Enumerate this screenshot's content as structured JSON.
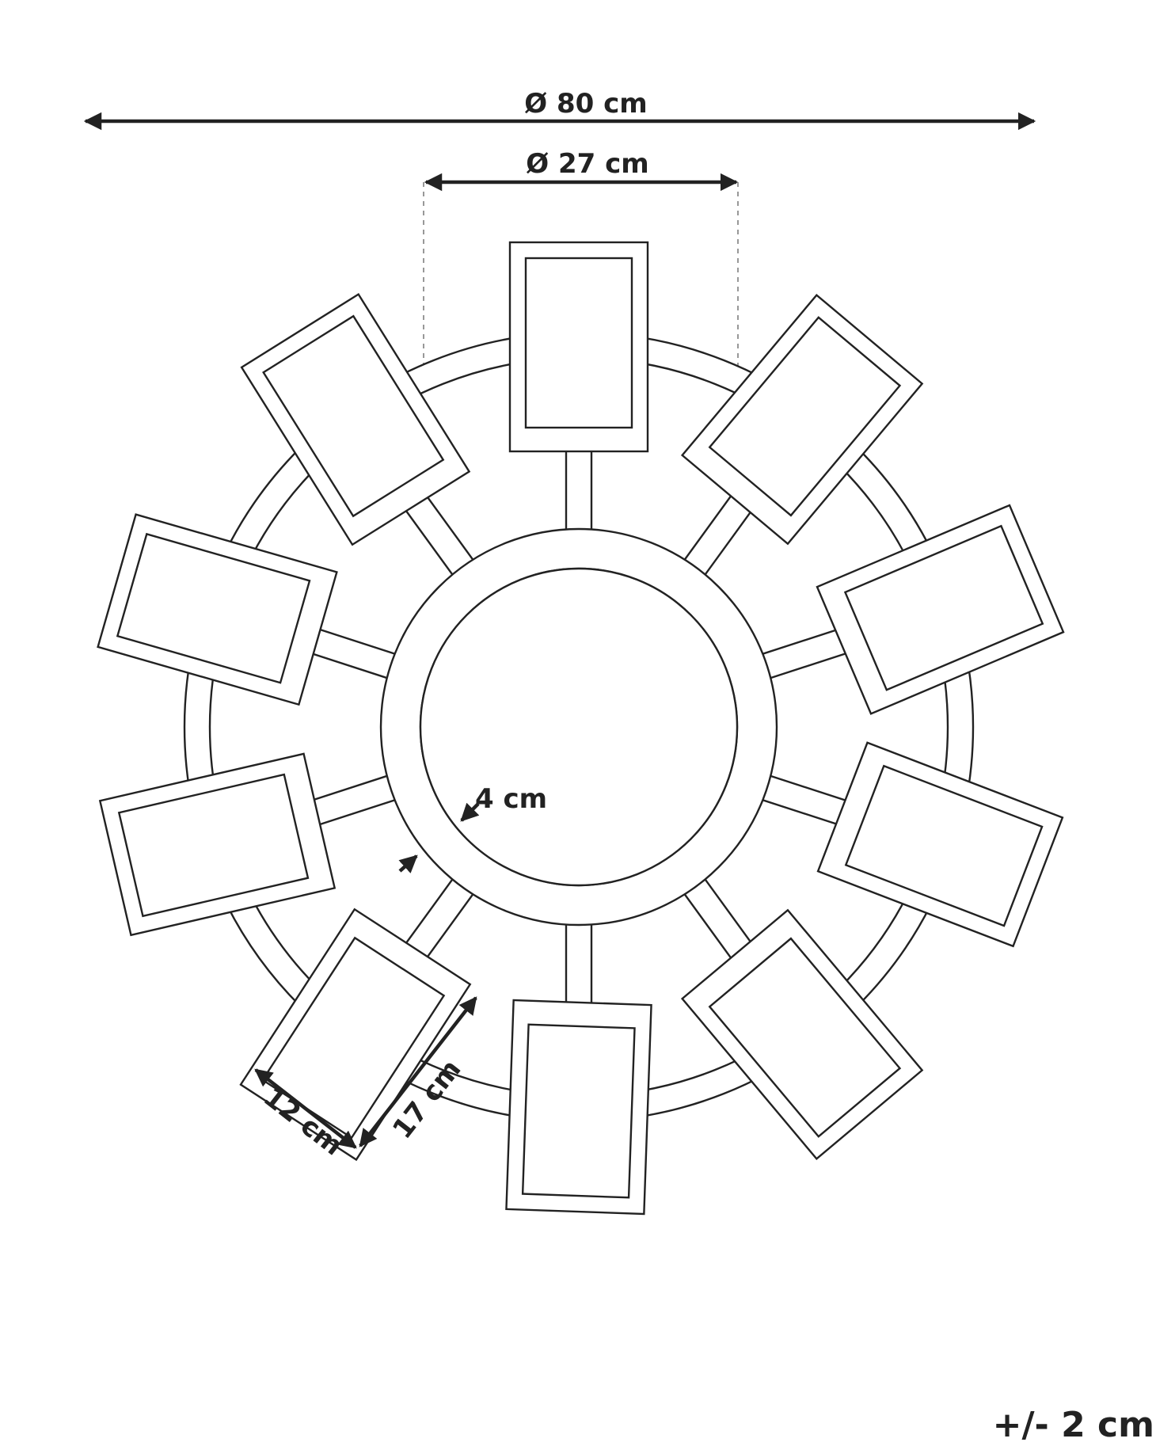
{
  "dimensions": {
    "outer_diameter": "Ø 80 cm",
    "mirror_diameter": "Ø 27 cm",
    "ring_width": "4 cm",
    "frame_width": "12 cm",
    "frame_height": "17 cm",
    "tolerance": "+/- 2 cm"
  },
  "frames": {
    "count": 10
  },
  "colors": {
    "line": "#222222",
    "background": "#ffffff"
  }
}
